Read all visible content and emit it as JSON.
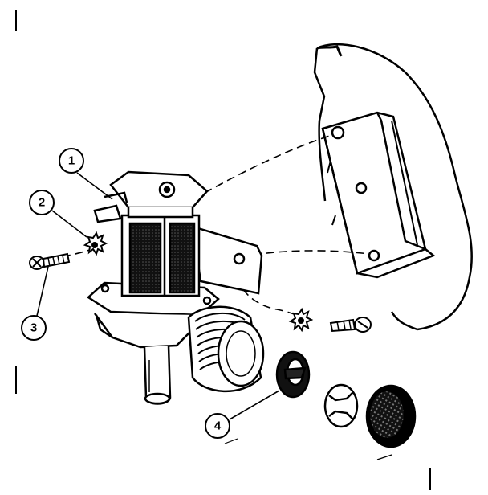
{
  "callouts": {
    "c1": "1",
    "c2": "2",
    "c3": "3",
    "c4": "4"
  },
  "colors": {
    "ink": "#000000",
    "paper": "#ffffff",
    "shade": "#1a1a1a"
  }
}
